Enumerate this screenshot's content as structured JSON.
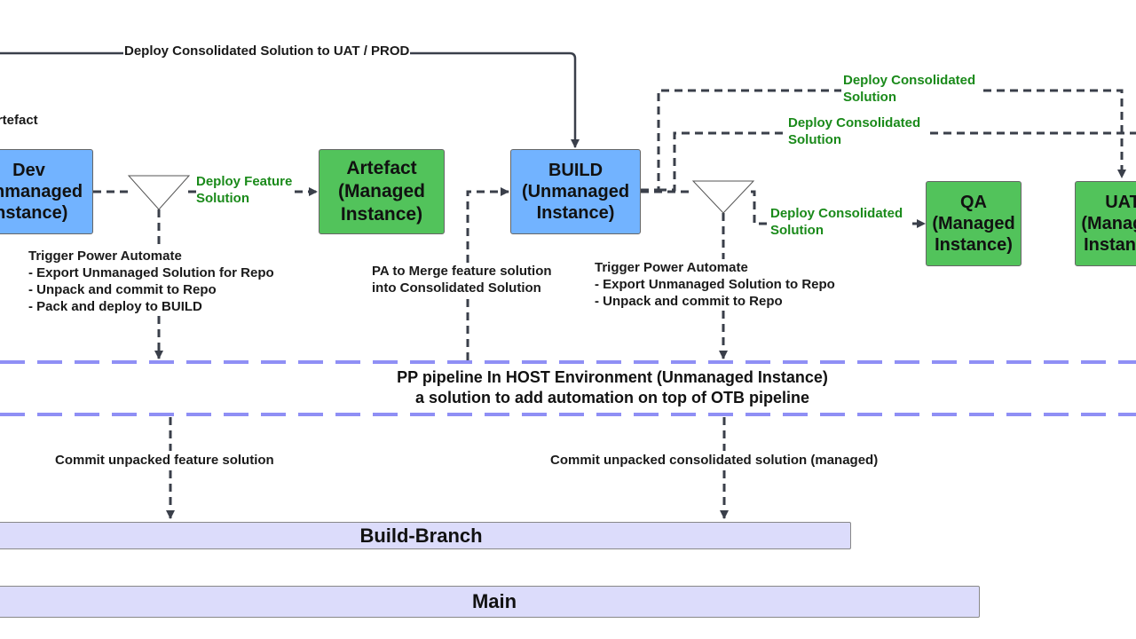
{
  "nodes": {
    "dev": "Dev\n(Unmanaged\nInstance)",
    "artefact": "Artefact\n(Managed\nInstance)",
    "build": "BUILD\n(Unmanaged\nInstance)",
    "qa": "QA\n(Managed\nInstance)",
    "uat": "UAT\n(Managed\nInstance)"
  },
  "labels": {
    "deploy_top": "Deploy Consolidated Solution to UAT / PROD",
    "artefact_partial": "Artefact",
    "deploy_feature": "Deploy Feature\nSolution",
    "deploy_consolidated_1": "Deploy Consolidated\nSolution",
    "deploy_consolidated_2": "Deploy Consolidated\nSolution",
    "deploy_consolidated_qa": "Deploy Consolidated\nSolution",
    "trigger_left": "Trigger Power Automate\n- Export Unmanaged Solution for Repo\n- Unpack and commit to Repo\n- Pack and deploy to BUILD",
    "pa_merge": "PA to Merge feature solution\ninto Consolidated Solution",
    "trigger_right": "Trigger Power Automate\n- Export Unmanaged Solution to Repo\n- Unpack and commit to Repo",
    "pipeline_line1": "PP pipeline In HOST Environment (Unmanaged Instance)",
    "pipeline_line2": "a solution to add automation on top of OTB pipeline",
    "commit_feature": "Commit unpacked feature solution",
    "commit_consolidated": "Commit unpacked consolidated solution (managed)"
  },
  "branches": {
    "build_branch": "Build-Branch",
    "main": "Main"
  },
  "colors": {
    "unmanaged": "#72b3ff",
    "managed": "#52c35b",
    "green_text": "#1a8a1a",
    "pipeline_dash": "#8f8ff5",
    "branch_fill": "#dcdcfb",
    "connector": "#3a3f4a"
  }
}
